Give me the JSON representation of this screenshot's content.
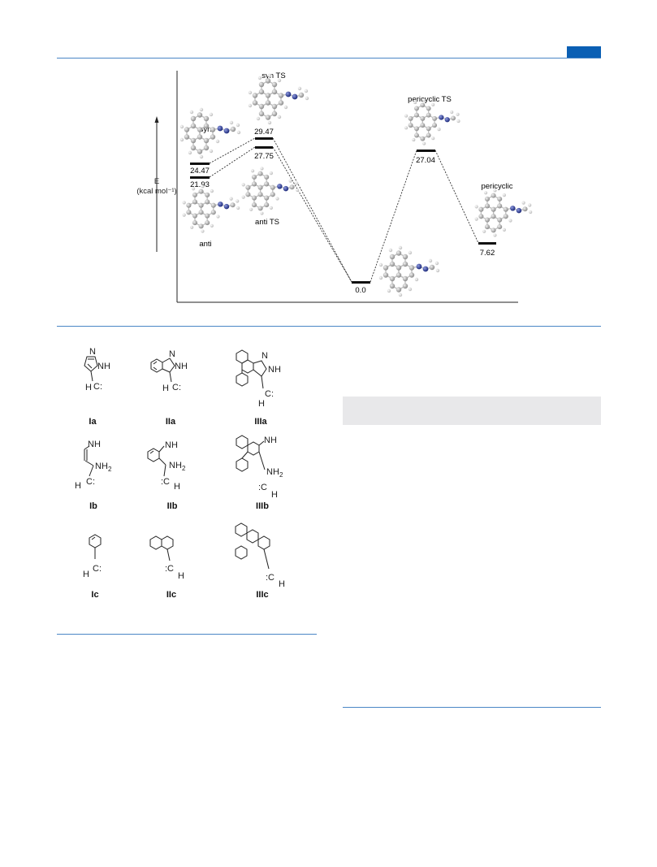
{
  "diagram": {
    "yaxis_label": "E",
    "yaxis_unit": "(kcal mol⁻¹)",
    "states": [
      {
        "label": "syn",
        "energy": "24.47"
      },
      {
        "label": "anti",
        "energy": "21.93"
      },
      {
        "label": "syn TS",
        "energy": "29.47"
      },
      {
        "label": "anti TS",
        "energy": "27.75"
      },
      {
        "label": "",
        "energy": "0.0"
      },
      {
        "label": "pericyclic TS",
        "energy": "27.04"
      },
      {
        "label": "pericyclic",
        "energy": "7.62"
      }
    ]
  },
  "structures": {
    "labels": [
      "Ia",
      "IIa",
      "IIIa",
      "Ib",
      "IIb",
      "IIIb",
      "Ic",
      "IIc",
      "IIIc"
    ],
    "atoms": {
      "nh": "NH",
      "n": "N",
      "h": "H",
      "nh2": "NH",
      "nh2_sub": "2",
      "carbene": "C:",
      "carbene_left": ":C"
    }
  },
  "colors": {
    "accent": "#0a5fb4",
    "rule": "#4a86c5",
    "panel": "#e8e8ea",
    "nitrogen": "#2f3d8f",
    "carbon": "#a8a8a8"
  }
}
